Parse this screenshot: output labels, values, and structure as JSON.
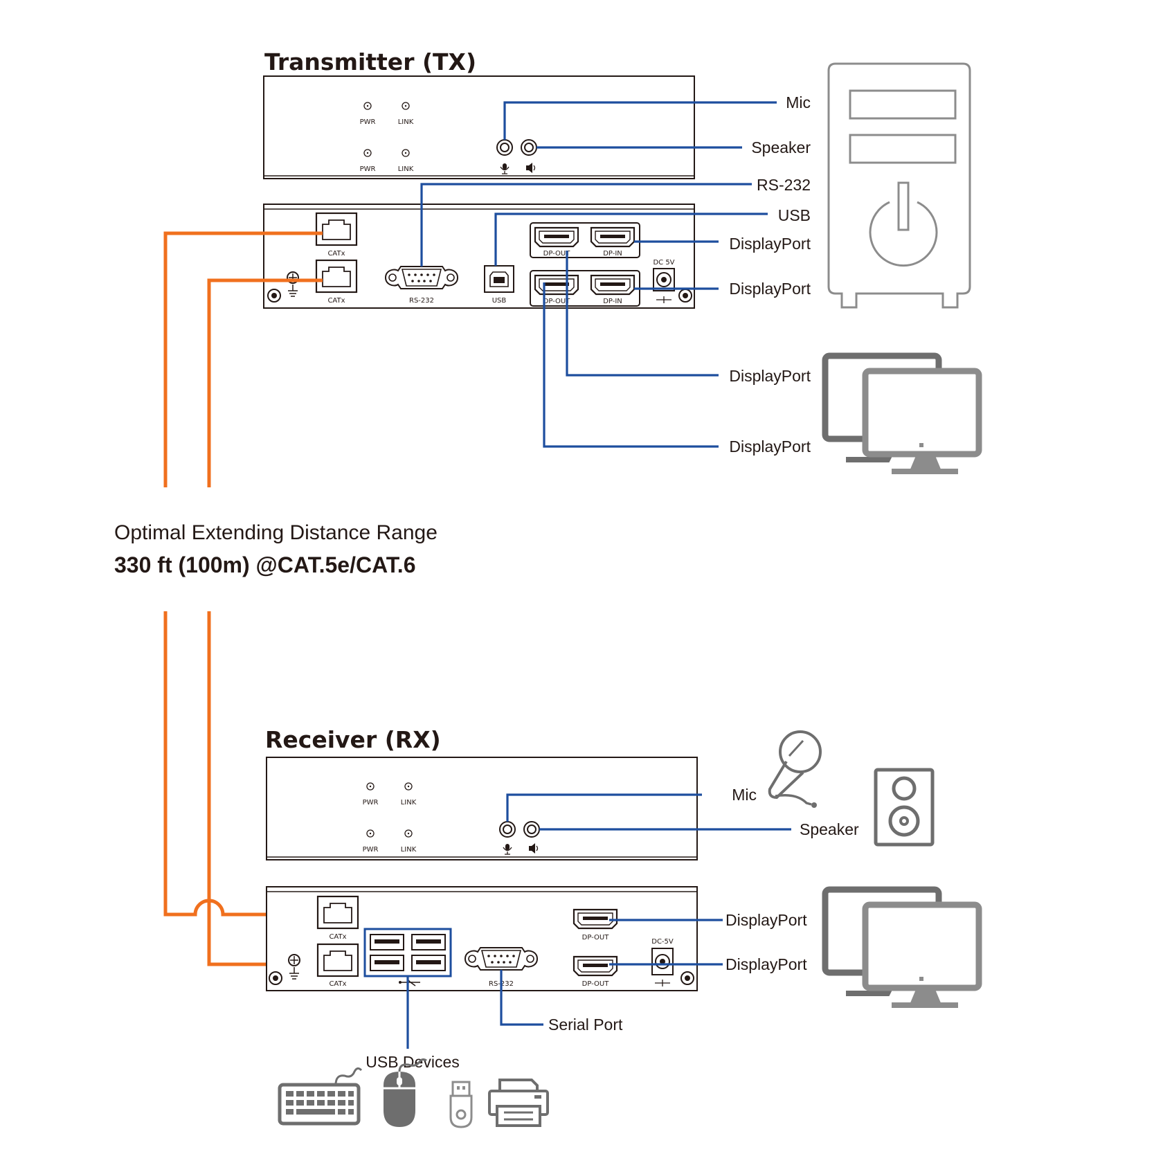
{
  "colors": {
    "cable": "#f0701e",
    "signal": "#1d4e9e",
    "device": "#8c8c8c",
    "text": "#231815"
  },
  "tx": {
    "title": "Transmitter (TX)",
    "front": {
      "led1": "PWR",
      "led2": "LINK",
      "led3": "PWR",
      "led4": "LINK"
    },
    "rear": {
      "catx1": "CATx",
      "catx2": "CATx",
      "rs232": "RS-232",
      "usb": "USB",
      "dp_out1": "DP-OUT",
      "dp_in1": "DP-IN",
      "dp_out2": "DP-OUT",
      "dp_in2": "DP-IN",
      "dc": "DC 5V"
    },
    "callouts": {
      "mic": "Mic",
      "speaker": "Speaker",
      "rs232": "RS-232",
      "usb": "USB",
      "dp1": "DisplayPort",
      "dp2": "DisplayPort",
      "dp3": "DisplayPort",
      "dp4": "DisplayPort"
    },
    "icons": [
      "pc-tower-icon",
      "dual-monitor-icon",
      "mic-symbol-icon",
      "speaker-symbol-icon",
      "ground-icon"
    ]
  },
  "distance": {
    "line1": "Optimal Extending Distance Range",
    "line2": "330 ft (100m) @CAT.5e/CAT.6"
  },
  "rx": {
    "title": "Receiver (RX)",
    "front": {
      "led1": "PWR",
      "led2": "LINK",
      "led3": "PWR",
      "led4": "LINK"
    },
    "rear": {
      "catx1": "CATx",
      "catx2": "CATx",
      "rs232": "RS-232",
      "dp_out1": "DP-OUT",
      "dp_out2": "DP-OUT",
      "dc": "DC-5V"
    },
    "callouts": {
      "mic": "Mic",
      "speaker": "Speaker",
      "dp1": "DisplayPort",
      "dp2": "DisplayPort",
      "serial": "Serial Port",
      "usb_devices": "USB Devices"
    },
    "icons": [
      "microphone-icon",
      "speaker-box-icon",
      "dual-monitor-icon",
      "keyboard-icon",
      "mouse-icon",
      "usb-drive-icon",
      "printer-icon",
      "usb-symbol-icon"
    ]
  }
}
